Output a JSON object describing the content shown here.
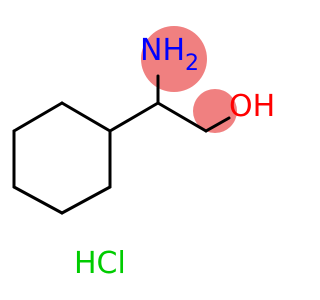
{
  "molecule": {
    "amine": {
      "element": "NH",
      "subscript": "2",
      "color": "#0000ff",
      "highlight_color": "#f08080"
    },
    "hydroxyl": {
      "element": "OH",
      "color": "#ff0000",
      "highlight_color": "#f08080"
    },
    "salt": {
      "label": "HCl",
      "color": "#00cc00"
    },
    "bond_color": "#000000"
  }
}
